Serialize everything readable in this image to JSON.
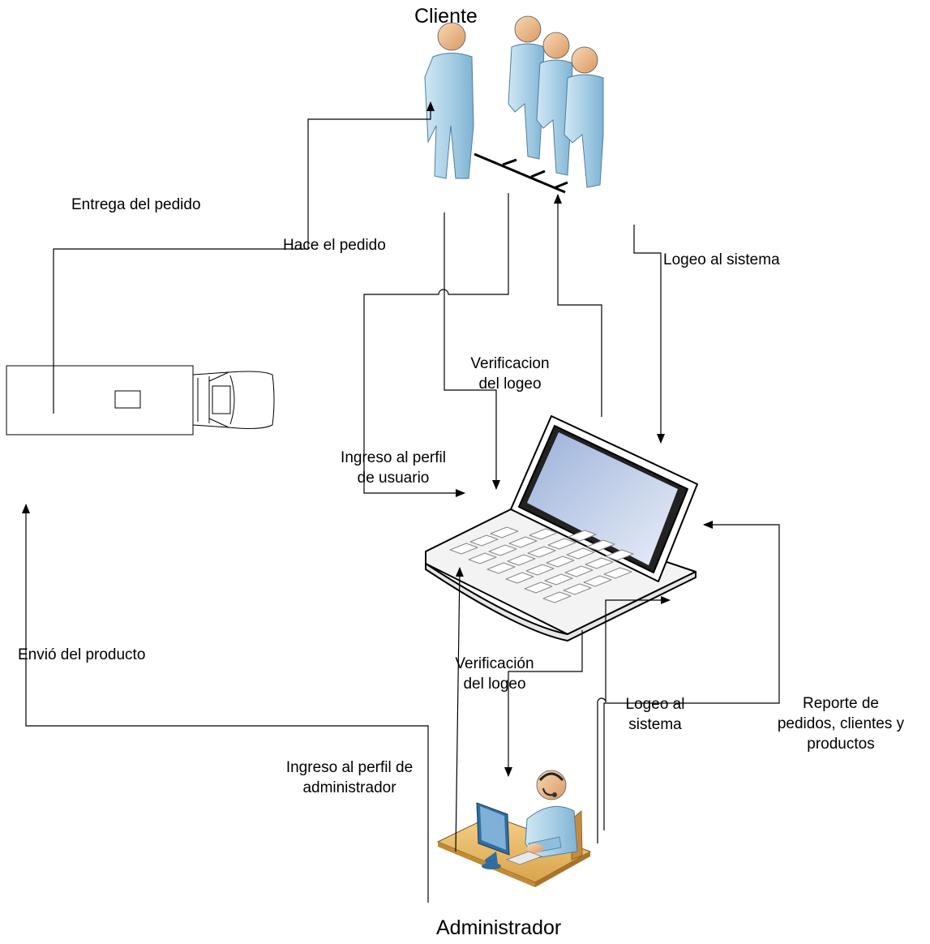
{
  "nodes": {
    "client_title": "Cliente",
    "admin_title": "Administrador"
  },
  "labels": {
    "entrega": "Entrega del pedido",
    "hace": "Hace el pedido",
    "logeo_sistema": "Logeo al sistema",
    "verif_cliente": [
      "Verificacion",
      "del logeo"
    ],
    "ingreso_usuario": [
      "Ingreso al perfil",
      "de usuario"
    ],
    "envio": "Envió del producto",
    "verif_admin": [
      "Verificación",
      "del logeo"
    ],
    "logeo_admin": [
      "Logeo al",
      "sistema"
    ],
    "reporte": [
      "Reporte de",
      "pedidos, clientes y",
      "productos"
    ],
    "ingreso_admin": [
      "Ingreso al perfil de",
      "administrador"
    ]
  }
}
